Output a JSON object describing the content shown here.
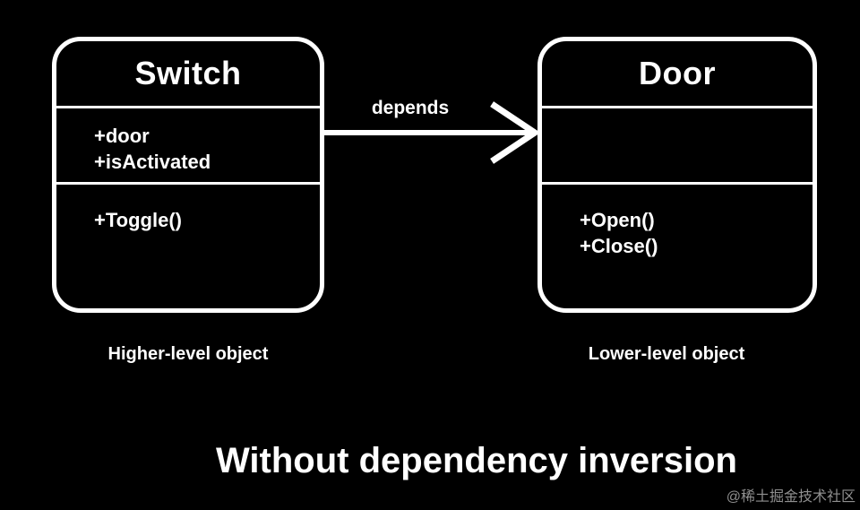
{
  "colors": {
    "background": "#000000",
    "foreground": "#ffffff",
    "watermark": "#8f8f8f"
  },
  "diagram": {
    "classes": [
      {
        "name": "Switch",
        "attributes": [
          "+door",
          "+isActivated"
        ],
        "methods": [
          "+Toggle()"
        ],
        "caption": "Higher-level object"
      },
      {
        "name": "Door",
        "attributes": [],
        "methods": [
          "+Open()",
          "+Close()"
        ],
        "caption": "Lower-level object"
      }
    ],
    "relationship": {
      "label": "depends",
      "from": "Switch",
      "to": "Door"
    },
    "title": "Without dependency inversion",
    "watermark": "@稀土掘金技术社区"
  }
}
